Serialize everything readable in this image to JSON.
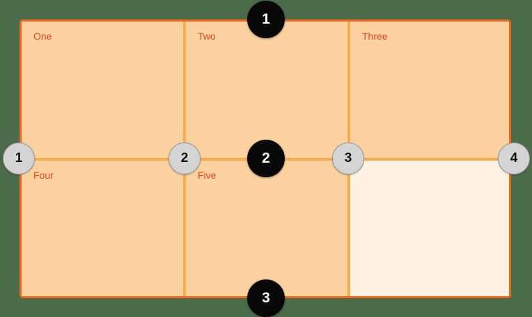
{
  "canvas": {
    "background_color": "#4b6b4b",
    "border_color": "#ef6a1b",
    "filled_cell_color": "#fcd3a0",
    "empty_cell_color": "#fdf2e4",
    "gridline_color": "#fbab4e",
    "label_color": "#f4401b"
  },
  "grid": {
    "columns": 3,
    "rows": 2,
    "cells": [
      {
        "id": "one",
        "label": "One",
        "row": 1,
        "column": 1,
        "occupied": true
      },
      {
        "id": "two",
        "label": "Two",
        "row": 1,
        "column": 2,
        "occupied": true
      },
      {
        "id": "three",
        "label": "Three",
        "row": 1,
        "column": 3,
        "occupied": true
      },
      {
        "id": "four",
        "label": "Four",
        "row": 2,
        "column": 1,
        "occupied": true
      },
      {
        "id": "five",
        "label": "Five",
        "row": 2,
        "column": 2,
        "occupied": true
      },
      {
        "id": "six",
        "label": "",
        "row": 2,
        "column": 3,
        "occupied": false
      }
    ]
  },
  "handles": {
    "column_handles": [
      {
        "id": "col-1",
        "label": "1",
        "style": "grey"
      },
      {
        "id": "col-2",
        "label": "2",
        "style": "grey"
      },
      {
        "id": "col-3",
        "label": "3",
        "style": "grey"
      },
      {
        "id": "col-4",
        "label": "4",
        "style": "grey"
      }
    ],
    "row_handles": [
      {
        "id": "row-1",
        "label": "1",
        "style": "black"
      },
      {
        "id": "row-2",
        "label": "2",
        "style": "black"
      },
      {
        "id": "row-3",
        "label": "3",
        "style": "black"
      }
    ]
  }
}
